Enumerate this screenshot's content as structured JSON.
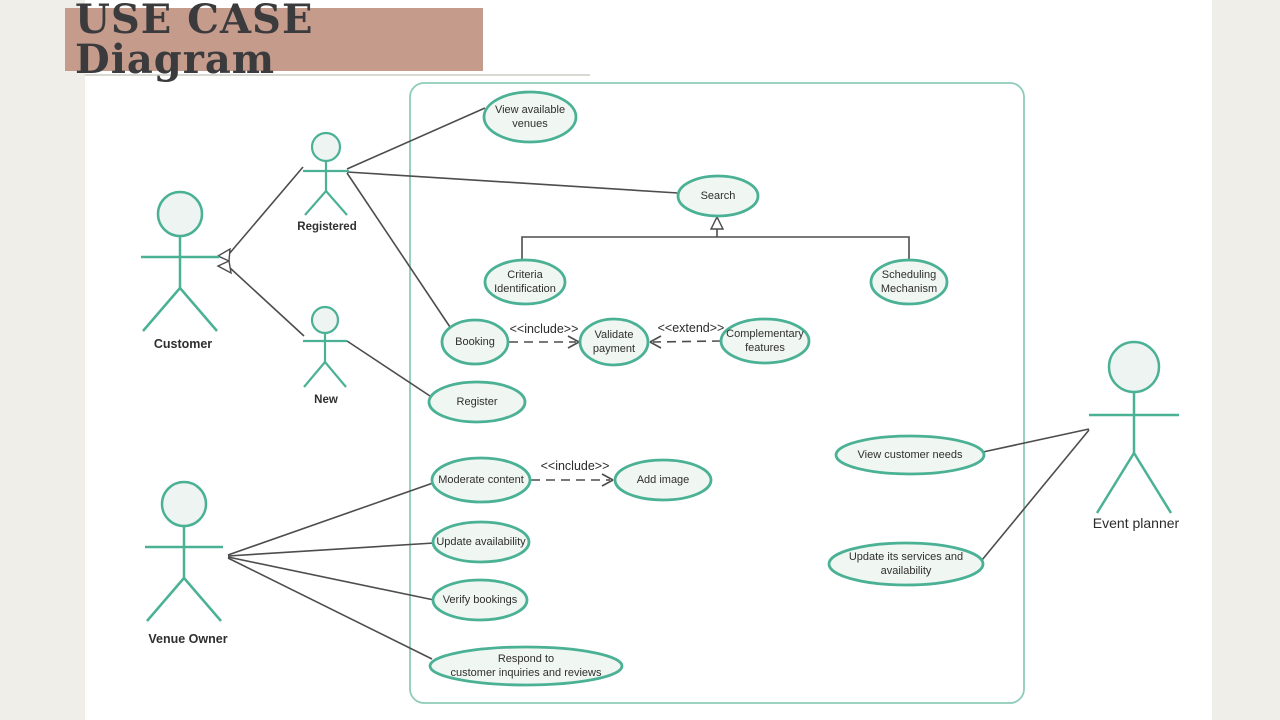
{
  "title": "USE CASE Diagram",
  "colors": {
    "title_bg": "#c59b8c",
    "title_text": "#3b3b3d",
    "shape_stroke": "#4bb195",
    "shape_fill": "#f0f6f2",
    "connector": "#4d4d4d",
    "system_boundary": "#8ecbba",
    "page_background": "#efeee9",
    "slide_background": "#ffffff"
  },
  "actors": [
    {
      "name": "Customer"
    },
    {
      "name": "Registered"
    },
    {
      "name": "New"
    },
    {
      "name": "Venue Owner"
    },
    {
      "name": "Event planner"
    }
  ],
  "usecases": [
    {
      "label": "View available\nvenues"
    },
    {
      "label": "Search"
    },
    {
      "label": "Criteria\nIdentification"
    },
    {
      "label": "Scheduling\nMechanism"
    },
    {
      "label": "Booking"
    },
    {
      "label": "Validate\npayment"
    },
    {
      "label": "Complementary\nfeatures"
    },
    {
      "label": "Register"
    },
    {
      "label": "Moderate content"
    },
    {
      "label": "Add image"
    },
    {
      "label": "Update availability"
    },
    {
      "label": "Verify bookings"
    },
    {
      "label": "Respond to\ncustomer inquiries and reviews"
    },
    {
      "label": "View customer needs"
    },
    {
      "label": "Update its services and\navailability"
    }
  ],
  "relationships": {
    "include_label": "<<include>>",
    "extend_label": "<<extend>>"
  }
}
